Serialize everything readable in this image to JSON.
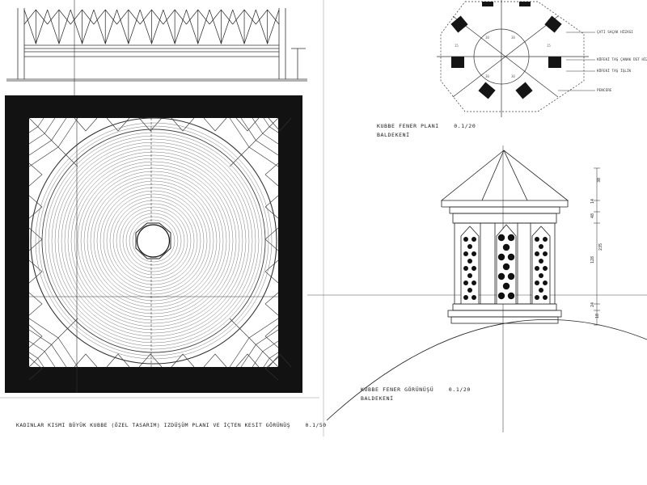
{
  "sheet": {
    "main_caption": "KADINLAR KISMI BÜYÜK KUBBE (ÖZEL TASARIM) IZDÜŞÜM PLANI VE İÇTEN KESİT GÖRÜNÜŞ",
    "main_scale": "0.1/50"
  },
  "lantern_plan": {
    "title": "KUBBE FENER PLANI",
    "subtitle": "BALDEKENİ",
    "scale": "0.1/20",
    "callouts": [
      "ÇATI SAÇAK HİZASI",
      "KÖFEKİ TAŞ ÇANAK ÜST HİZA",
      "KÖFEKİ TAŞ İŞLİK",
      "PENCERE"
    ]
  },
  "lantern_elevation": {
    "title": "KUBBE FENER GÖRÜNÜŞÜ",
    "subtitle": "BALDEKENİ",
    "scale": "0.1/20",
    "dimensions": [
      "30",
      "14",
      "48",
      "128",
      "235",
      "24",
      "18"
    ]
  }
}
